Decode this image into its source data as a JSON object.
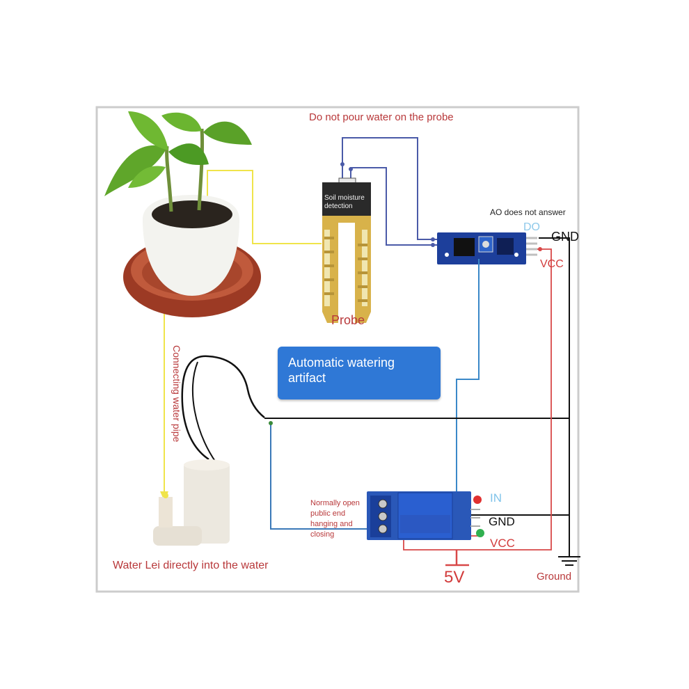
{
  "title_banner": "Automatic watering artifact",
  "labels": {
    "probe_warning": "Do not pour water on the probe",
    "soil_moisture": "Soil moisture detection",
    "probe": "Probe",
    "ao_note": "AO does not answer",
    "do_pin": "DO",
    "gnd_sensor": "GND",
    "vcc_sensor": "VCC",
    "relay_in": "IN",
    "relay_gnd": "GND",
    "relay_vcc": "VCC",
    "supply": "5V",
    "ground": "Ground",
    "water_pipe": "Connecting water pipe",
    "relay_contacts": "Normally open public end hanging and closing",
    "pump_note": "Water Lei directly into the water"
  },
  "colors": {
    "frame": "#cccccc",
    "red_text": "#b8383a",
    "signal_wire": "#4a5aa8",
    "do_wire": "#3a88c8",
    "vcc_wire": "#d84848",
    "gnd_wire": "#111111",
    "water_pipe": "#f0e44a",
    "banner": "#2f78d6",
    "sensor_board": "#1d3f9b",
    "relay_board": "#2a58b8"
  }
}
